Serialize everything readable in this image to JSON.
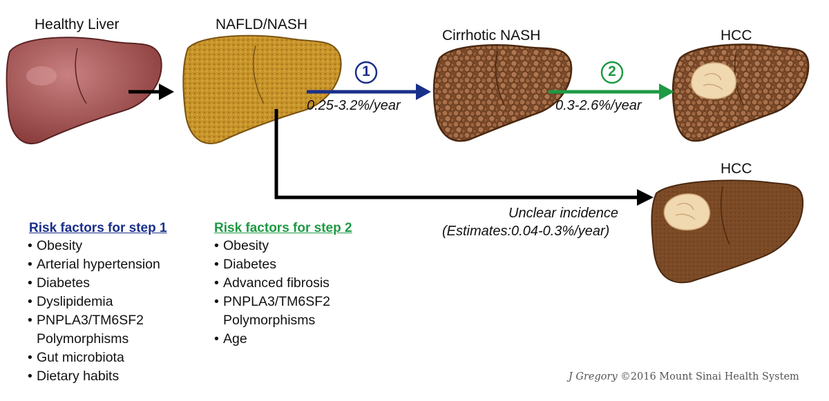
{
  "stages": {
    "healthy": "Healthy Liver",
    "nafld": "NAFLD/NASH",
    "cirrhotic": "Cirrhotic NASH",
    "hcc_top": "HCC",
    "hcc_bottom": "HCC"
  },
  "steps": {
    "step1": {
      "number": "1",
      "rate": "0.25-3.2%/year",
      "color": "#1a2f8a"
    },
    "step2": {
      "number": "2",
      "rate": "0.3-2.6%/year",
      "color": "#1e9a44"
    },
    "direct": {
      "line1": "Unclear incidence",
      "line2": "(Estimates:0.04-0.3%/year)"
    }
  },
  "risk_step1": {
    "title": "Risk factors for step 1",
    "color": "#1a2f8a",
    "items": [
      "Obesity",
      "Arterial hypertension",
      "Diabetes",
      "Dyslipidemia",
      "PNPLA3/TM6SF2",
      "Polymorphisms",
      "Gut microbiota",
      "Dietary habits"
    ]
  },
  "risk_step2": {
    "title": "Risk factors for step 2",
    "color": "#1e9a44",
    "items": [
      "Obesity",
      "Diabetes",
      "Advanced fibrosis",
      "PNPLA3/TM6SF2",
      "Polymorphisms",
      "Age"
    ]
  },
  "credit": {
    "name": "J Gregory",
    "rest": "©2016 Mount Sinai Health System"
  },
  "icons": [
    "healthy-liver-icon",
    "fatty-liver-icon",
    "cirrhotic-liver-icon",
    "hcc-cirrhotic-liver-icon",
    "hcc-liver-icon"
  ]
}
